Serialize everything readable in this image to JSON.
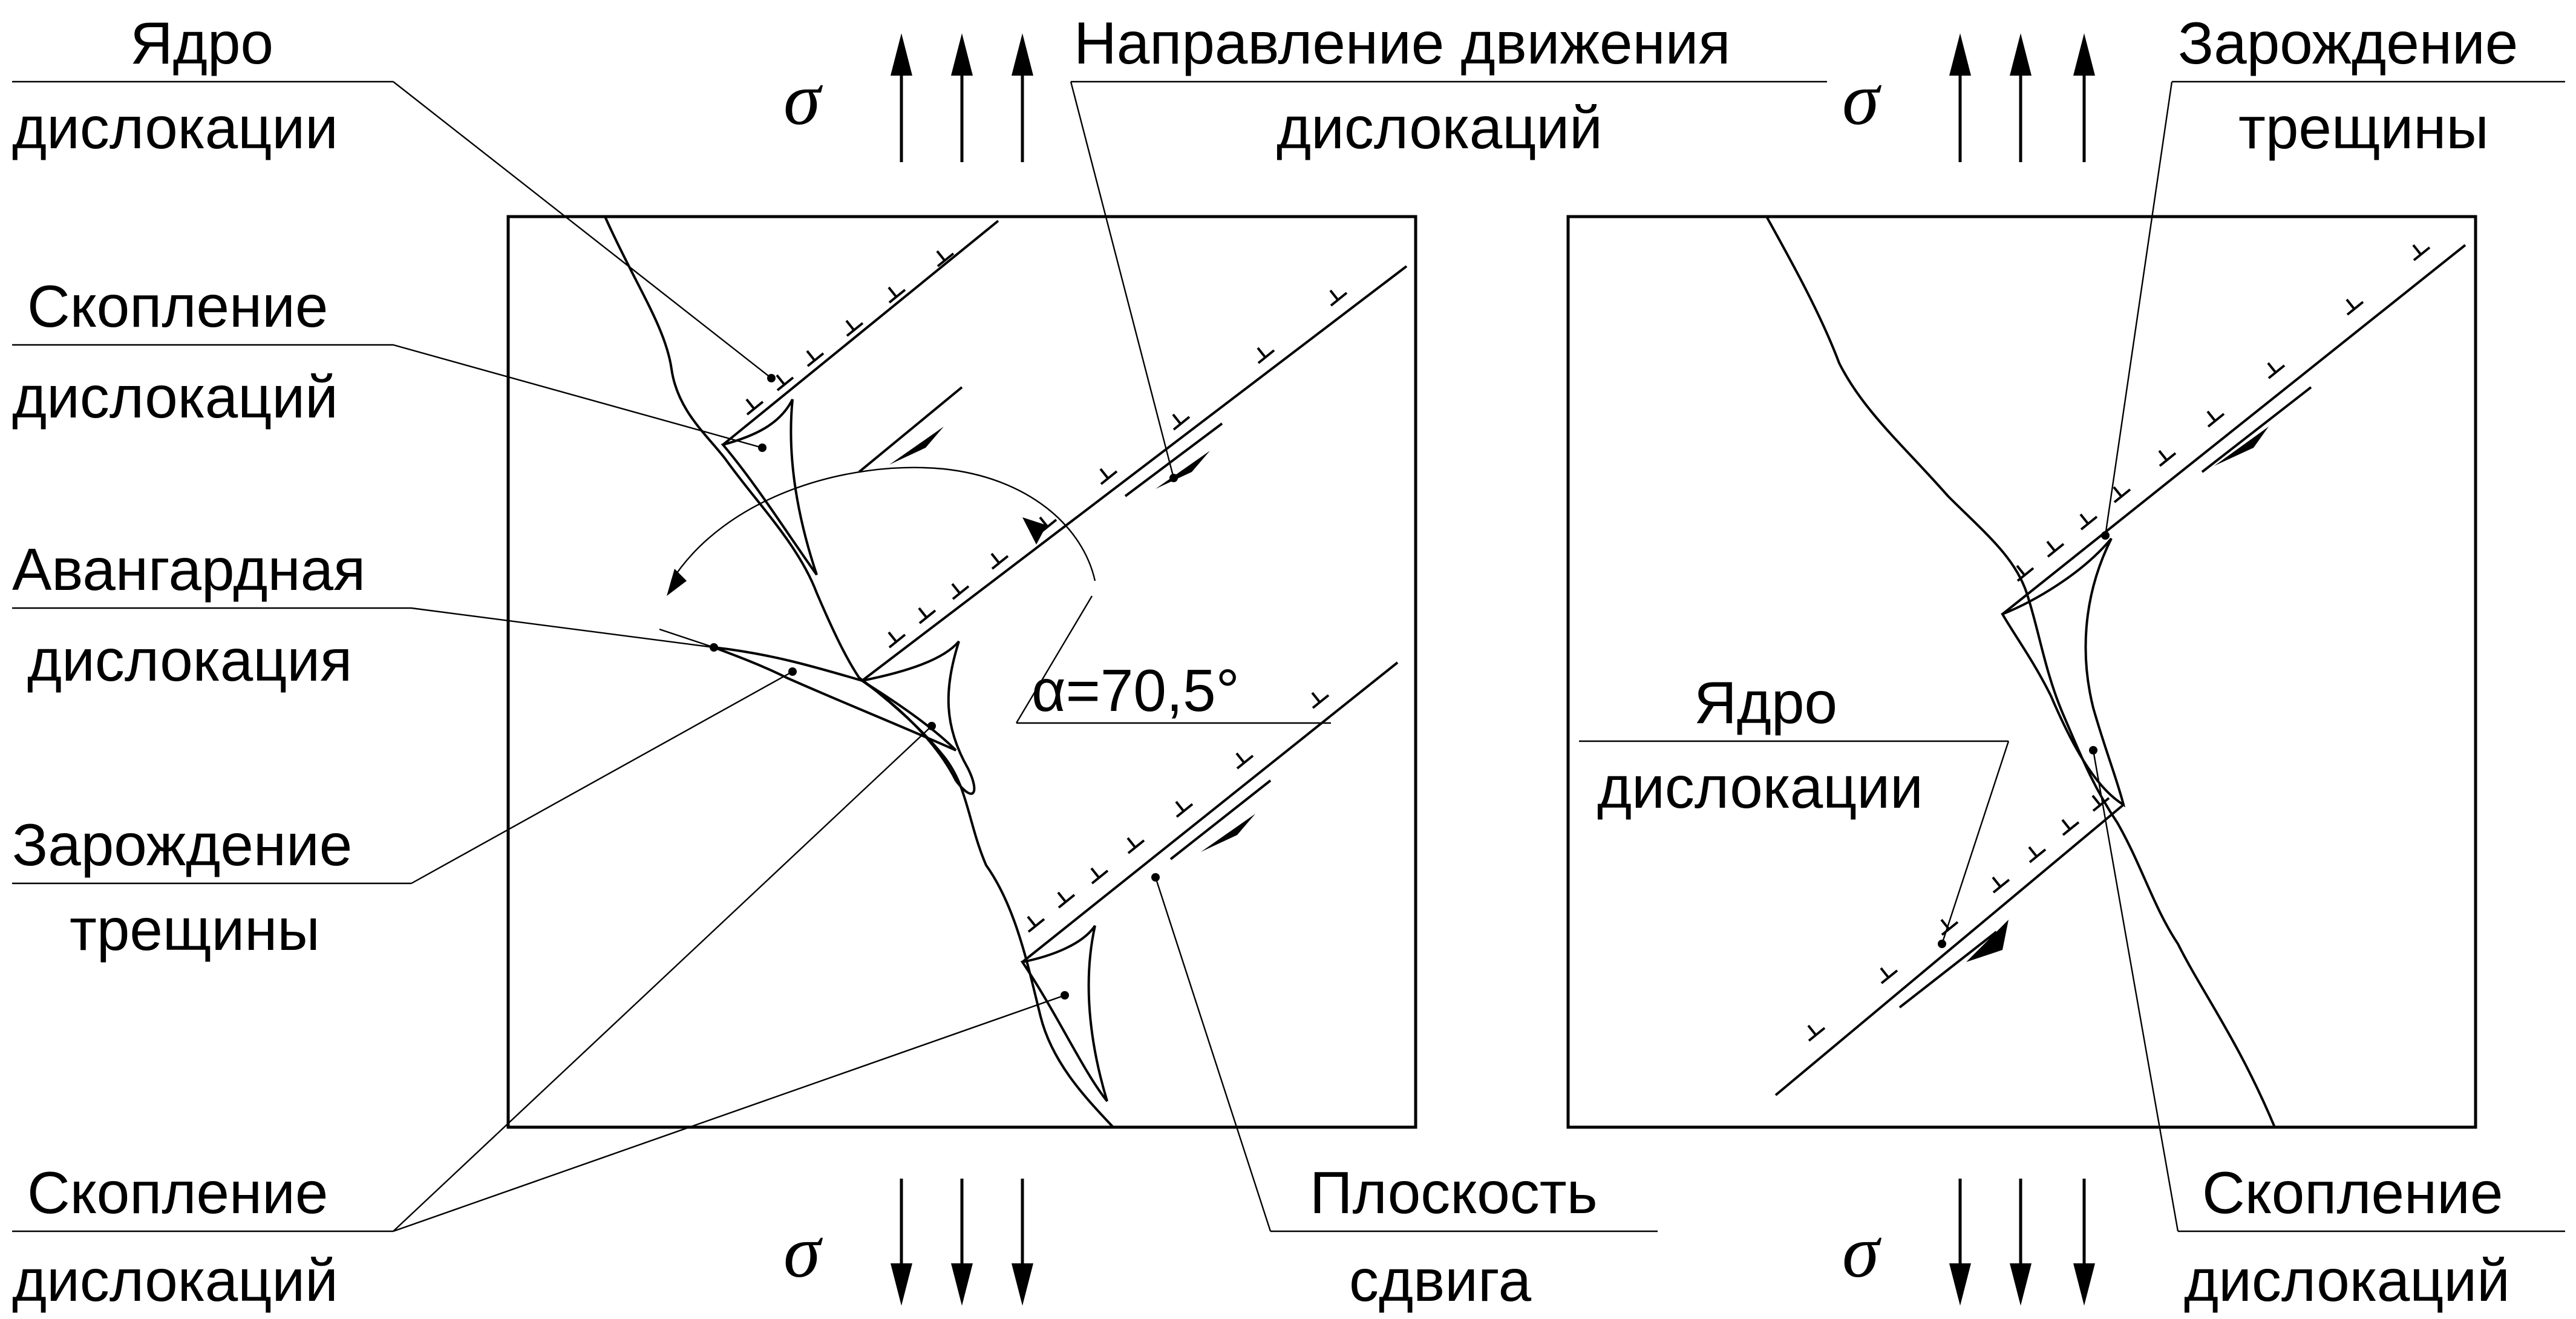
{
  "stress_symbol": "σ",
  "labels": {
    "core_left": [
      "Ядро",
      "дислокации"
    ],
    "pileup_left_top": [
      "Скопление",
      "дислокаций"
    ],
    "vanguard": [
      "Авангардная",
      "дислокация"
    ],
    "crack_left": [
      "Зарождение",
      "трещины"
    ],
    "pileup_left_bottom": [
      "Скопление",
      "дислокаций"
    ],
    "direction": [
      "Направление движения",
      "дислокаций"
    ],
    "angle": "α=70,5°",
    "slip_plane": [
      "Плоскость",
      "сдвига"
    ],
    "crack_right": [
      "Зарождение",
      "трещины"
    ],
    "core_right": [
      "Ядро",
      "дислокации"
    ],
    "pileup_right": [
      "Скопление",
      "дислокаций"
    ]
  },
  "colors": {
    "stroke": "#000000",
    "background": "#ffffff"
  }
}
